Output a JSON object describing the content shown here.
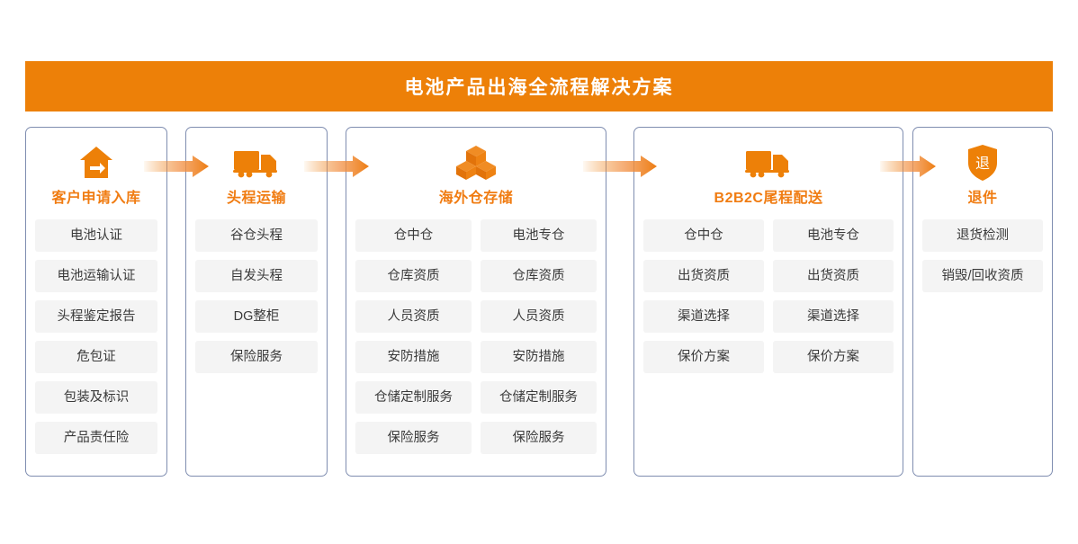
{
  "header": {
    "title": "电池产品出海全流程解决方案",
    "background_color": "#ED8008",
    "text_color": "#ffffff"
  },
  "theme": {
    "accent_orange": "#F07C12",
    "icon_orange": "#ED8008",
    "card_border": "#7f8db0",
    "pill_background": "#f4f4f4",
    "pill_text": "#3a3a3a",
    "page_background": "#ffffff"
  },
  "stages": [
    {
      "id": "customer-inbound-request",
      "title": "客户申请入库",
      "icon": "warehouse-inbound-icon",
      "columns": [
        {
          "items": [
            "电池认证",
            "电池运输认证",
            "头程鉴定报告",
            "危包证",
            "包装及标识",
            "产品责任险"
          ]
        }
      ]
    },
    {
      "id": "first-leg-transport",
      "title": "头程运输",
      "icon": "truck-icon",
      "columns": [
        {
          "items": [
            "谷仓头程",
            "自发头程",
            "DG整柜",
            "保险服务"
          ]
        }
      ]
    },
    {
      "id": "overseas-warehouse-storage",
      "title": "海外仓存储",
      "icon": "cubes-icon",
      "columns": [
        {
          "items": [
            "仓中仓",
            "仓库资质",
            "人员资质",
            "安防措施",
            "仓储定制服务",
            "保险服务"
          ]
        },
        {
          "items": [
            "电池专仓",
            "仓库资质",
            "人员资质",
            "安防措施",
            "仓储定制服务",
            "保险服务"
          ]
        }
      ]
    },
    {
      "id": "b2b2c-last-mile-delivery",
      "title": "B2B2C尾程配送",
      "icon": "truck-icon",
      "columns": [
        {
          "items": [
            "仓中仓",
            "出货资质",
            "渠道选择",
            "保价方案"
          ]
        },
        {
          "items": [
            "电池专仓",
            "出货资质",
            "渠道选择",
            "保价方案"
          ]
        }
      ]
    },
    {
      "id": "returns",
      "title": "退件",
      "icon": "shield-return-icon",
      "icon_glyph": "退",
      "columns": [
        {
          "items": [
            "退货检测",
            "销毁/回收资质"
          ]
        }
      ]
    }
  ],
  "connectors": [
    {
      "id": "arrow-1",
      "from": "customer-inbound-request",
      "to": "first-leg-transport"
    },
    {
      "id": "arrow-2",
      "from": "first-leg-transport",
      "to": "overseas-warehouse-storage"
    },
    {
      "id": "arrow-3",
      "from": "overseas-warehouse-storage",
      "to": "b2b2c-last-mile-delivery"
    },
    {
      "id": "arrow-4",
      "from": "b2b2c-last-mile-delivery",
      "to": "returns"
    }
  ]
}
